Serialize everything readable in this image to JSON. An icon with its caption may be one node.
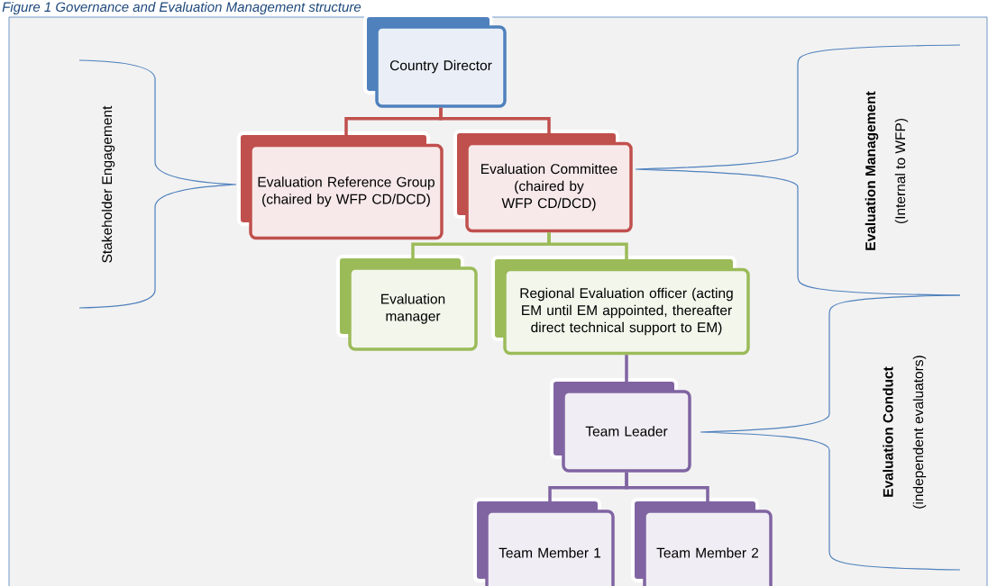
{
  "diagram": {
    "title": "Figure 1 Governance and Evaluation Management structure",
    "nodes": [
      {
        "text": [
          "Country Director"
        ]
      },
      {
        "text": [
          "Evaluation Reference Group (chaired by WFP CD/DCD)"
        ]
      },
      {
        "text": [
          "Evaluation Committee (chaired by WFP CD/DCD)"
        ]
      },
      {
        "text": [
          "Evaluation manager"
        ]
      },
      {
        "text": [
          "Regional Evaluation officer (acting EM until EM appointed, thereafter direct technical support to EM)"
        ]
      },
      {
        "text": [
          "Team Leader"
        ]
      },
      {
        "text": [
          "Team Member 1"
        ]
      },
      {
        "text": [
          "Team Member 2"
        ]
      }
    ],
    "edges": [
      {
        "from": 0,
        "to": 1,
        "arrow": "none",
        "color": "#c0504d"
      },
      {
        "from": 0,
        "to": 2,
        "arrow": "none",
        "color": "#c0504d"
      },
      {
        "from": 2,
        "to": 3,
        "arrow": "none",
        "color": "#9bbb59"
      },
      {
        "from": 2,
        "to": 4,
        "arrow": "none",
        "color": "#9bbb59"
      },
      {
        "from": 4,
        "to": 5,
        "arrow": "none",
        "color": "#8064a2"
      },
      {
        "from": 5,
        "to": 6,
        "arrow": "none",
        "color": "#8064a2"
      },
      {
        "from": 5,
        "to": 7,
        "arrow": "none",
        "color": "#8064a2"
      }
    ],
    "labels": [
      "Stakeholder Engagement",
      "Evaluation Management",
      "(Internal to WFP)",
      "Evaluation Conduct",
      "(independent evaluators)"
    ]
  }
}
